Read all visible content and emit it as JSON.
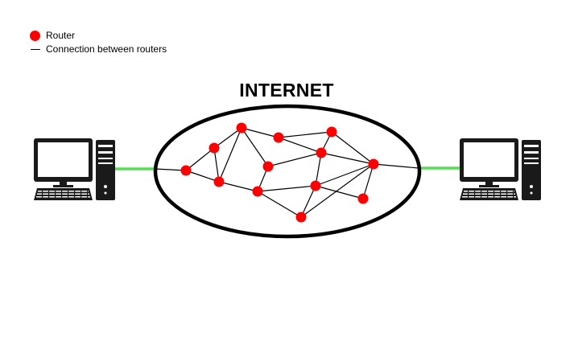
{
  "title": "INTERNET",
  "legend": {
    "router_label": "Router",
    "connection_label": "Connection between routers"
  },
  "colors": {
    "router": "#ff0000",
    "connection": "#000000",
    "computer_link": "#55dd55",
    "cloud_stroke": "#000000",
    "computer_body": "#1a1a1a"
  },
  "icons": {
    "left_computer": "desktop-computer-icon",
    "right_computer": "desktop-computer-icon"
  },
  "routers": [
    {
      "id": "r1"
    },
    {
      "id": "r2"
    },
    {
      "id": "r3"
    },
    {
      "id": "r4"
    },
    {
      "id": "r5"
    },
    {
      "id": "r6"
    },
    {
      "id": "r7"
    },
    {
      "id": "r8"
    },
    {
      "id": "r9"
    },
    {
      "id": "r10"
    },
    {
      "id": "r11"
    },
    {
      "id": "r12"
    },
    {
      "id": "r13"
    }
  ],
  "connections": [
    [
      "r1",
      "r2"
    ],
    [
      "r1",
      "r5"
    ],
    [
      "r2",
      "r3"
    ],
    [
      "r2",
      "r5"
    ],
    [
      "r3",
      "r4"
    ],
    [
      "r3",
      "r5"
    ],
    [
      "r3",
      "r6"
    ],
    [
      "r4",
      "r7"
    ],
    [
      "r4",
      "r8"
    ],
    [
      "r5",
      "r9"
    ],
    [
      "r6",
      "r7"
    ],
    [
      "r6",
      "r9"
    ],
    [
      "r7",
      "r8"
    ],
    [
      "r7",
      "r10"
    ],
    [
      "r7",
      "r11"
    ],
    [
      "r8",
      "r11"
    ],
    [
      "r9",
      "r10"
    ],
    [
      "r9",
      "r13"
    ],
    [
      "r10",
      "r11"
    ],
    [
      "r10",
      "r12"
    ],
    [
      "r10",
      "r13"
    ],
    [
      "r11",
      "r12"
    ],
    [
      "r11",
      "r13"
    ]
  ]
}
